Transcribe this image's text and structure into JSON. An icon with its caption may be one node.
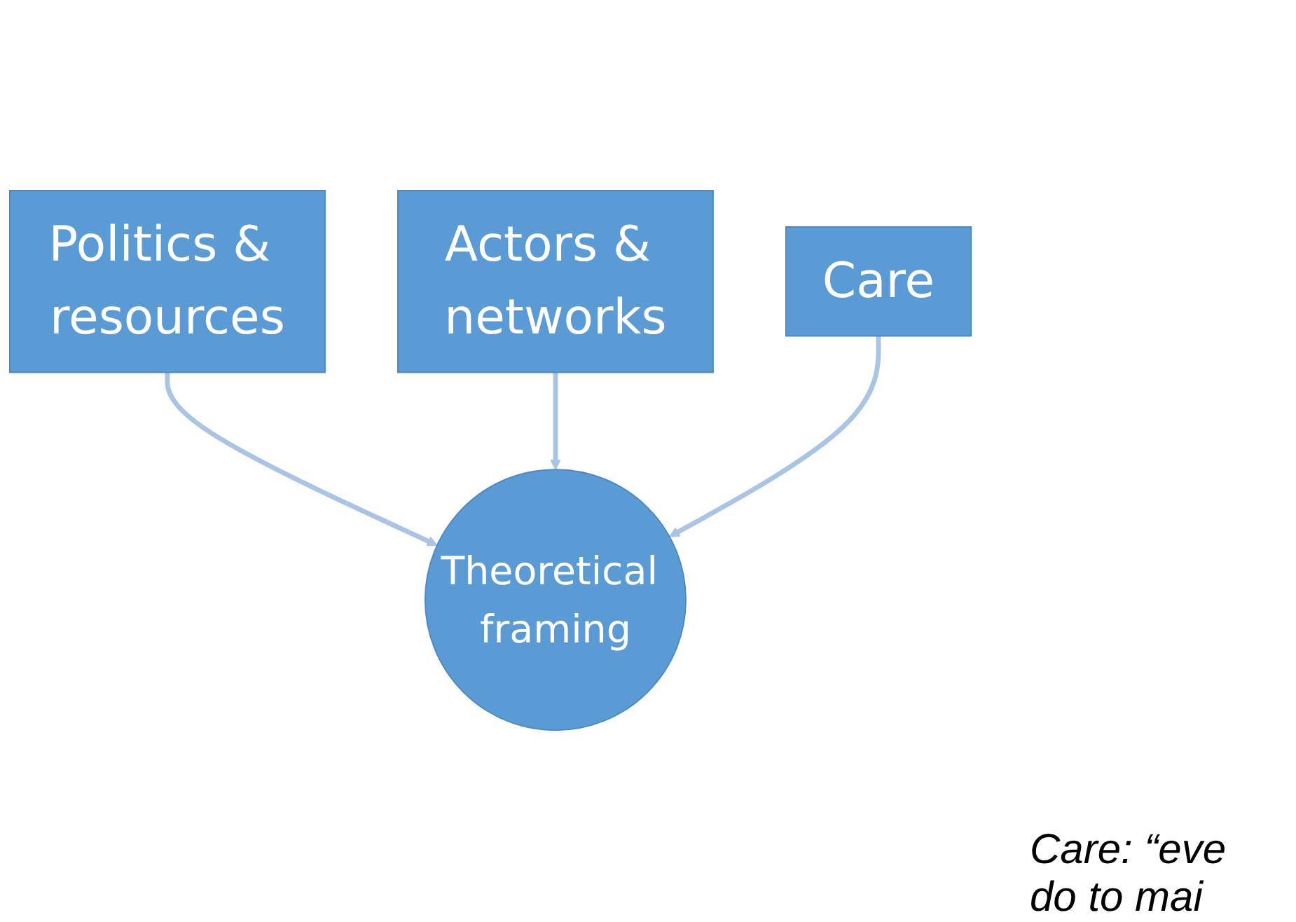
{
  "diagram": {
    "nodes": [
      {
        "text": [
          "Actors & networks"
        ]
      },
      {
        "text": [
          "Politics & resources"
        ]
      },
      {
        "text": [
          "Care"
        ]
      },
      {
        "text": [
          "Theoretical framing"
        ]
      }
    ],
    "edges": [
      {
        "from": 1,
        "to": 3,
        "arrow": "to"
      },
      {
        "from": 0,
        "to": 3,
        "arrow": "to"
      },
      {
        "from": 2,
        "to": 3,
        "arrow": "to"
      }
    ],
    "labels": [
      "Care: “eve",
      "do to mai"
    ]
  }
}
